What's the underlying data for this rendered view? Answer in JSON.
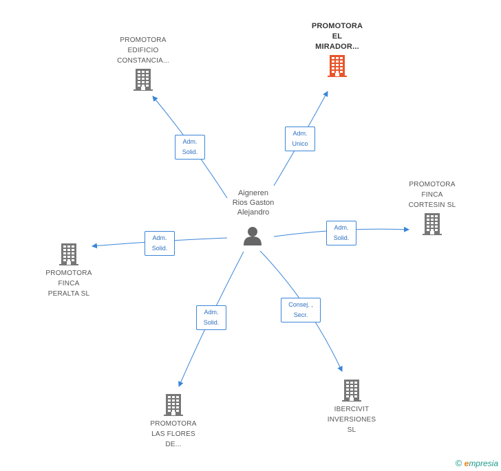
{
  "center": {
    "label": "Aigneren\nRios Gaston\nAlejandro",
    "icon": "person-icon"
  },
  "nodes": [
    {
      "id": "n1",
      "label": "PROMOTORA\nEDIFICIO\nCONSTANCIA...",
      "icon": "building-icon",
      "highlight": false
    },
    {
      "id": "n2",
      "label": "PROMOTORA\nEL\nMIRADOR...",
      "icon": "building-icon",
      "highlight": true
    },
    {
      "id": "n3",
      "label": "PROMOTORA\nFINCA\nCORTESIN  SL",
      "icon": "building-icon",
      "highlight": false
    },
    {
      "id": "n4",
      "label": "PROMOTORA\nFINCA\nPERALTA  SL",
      "icon": "building-icon",
      "highlight": false
    },
    {
      "id": "n5",
      "label": "PROMOTORA\nLAS FLORES\nDE...",
      "icon": "building-icon",
      "highlight": false
    },
    {
      "id": "n6",
      "label": "IBERCIVIT\nINVERSIONES\nSL",
      "icon": "building-icon",
      "highlight": false
    }
  ],
  "edges": [
    {
      "to": "n1",
      "label": "Adm.\nSolid."
    },
    {
      "to": "n2",
      "label": "Adm.\nUnico"
    },
    {
      "to": "n3",
      "label": "Adm.\nSolid."
    },
    {
      "to": "n4",
      "label": "Adm.\nSolid."
    },
    {
      "to": "n5",
      "label": "Adm.\nSolid."
    },
    {
      "to": "n6",
      "label": "Consej. ,\nSecr."
    }
  ],
  "colors": {
    "edge": "#3a85d8",
    "building": "#777777",
    "building_highlight": "#e8552a",
    "person": "#666666"
  },
  "footer": {
    "copyright": "©",
    "brand_initial": "e",
    "brand_rest": "mpresia"
  }
}
